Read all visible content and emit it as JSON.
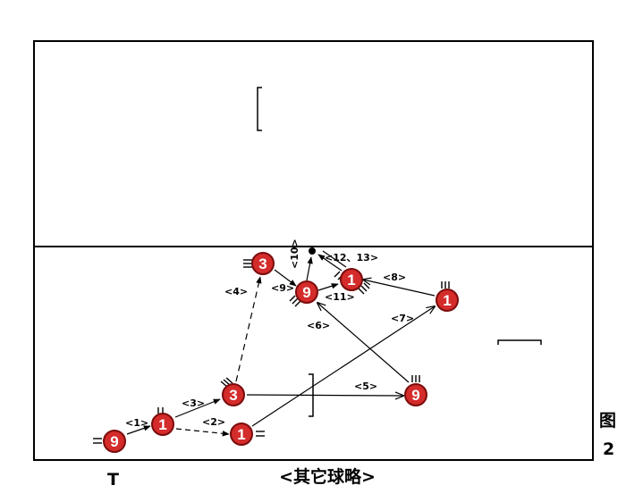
{
  "diagram": {
    "caption": "<其它球略>",
    "figure_label_char": "图",
    "figure_label_num": "2",
    "t_marker": "T",
    "colors": {
      "player_fill": "#d42b2b",
      "player_ring": "#7a0c0c",
      "line": "#000000"
    }
  },
  "players": [
    {
      "id": "p9a",
      "label": "9"
    },
    {
      "id": "p1a",
      "label": "1"
    },
    {
      "id": "p1b",
      "label": "1"
    },
    {
      "id": "p3a",
      "label": "3"
    },
    {
      "id": "p3b",
      "label": "3"
    },
    {
      "id": "p9b",
      "label": "9"
    },
    {
      "id": "p1c",
      "label": "1"
    },
    {
      "id": "p9c",
      "label": "9"
    },
    {
      "id": "p1d",
      "label": "1"
    }
  ],
  "steps": [
    {
      "id": "s1",
      "label": "<1>"
    },
    {
      "id": "s2",
      "label": "<2>"
    },
    {
      "id": "s3",
      "label": "<3>"
    },
    {
      "id": "s4",
      "label": "<4>"
    },
    {
      "id": "s5",
      "label": "<5>"
    },
    {
      "id": "s6",
      "label": "<6>"
    },
    {
      "id": "s7",
      "label": "<7>"
    },
    {
      "id": "s8",
      "label": "<8>"
    },
    {
      "id": "s9",
      "label": "<9>"
    },
    {
      "id": "s10",
      "label": "<10>"
    },
    {
      "id": "s11",
      "label": "<11>"
    },
    {
      "id": "s12",
      "label": "<12、13>"
    }
  ]
}
